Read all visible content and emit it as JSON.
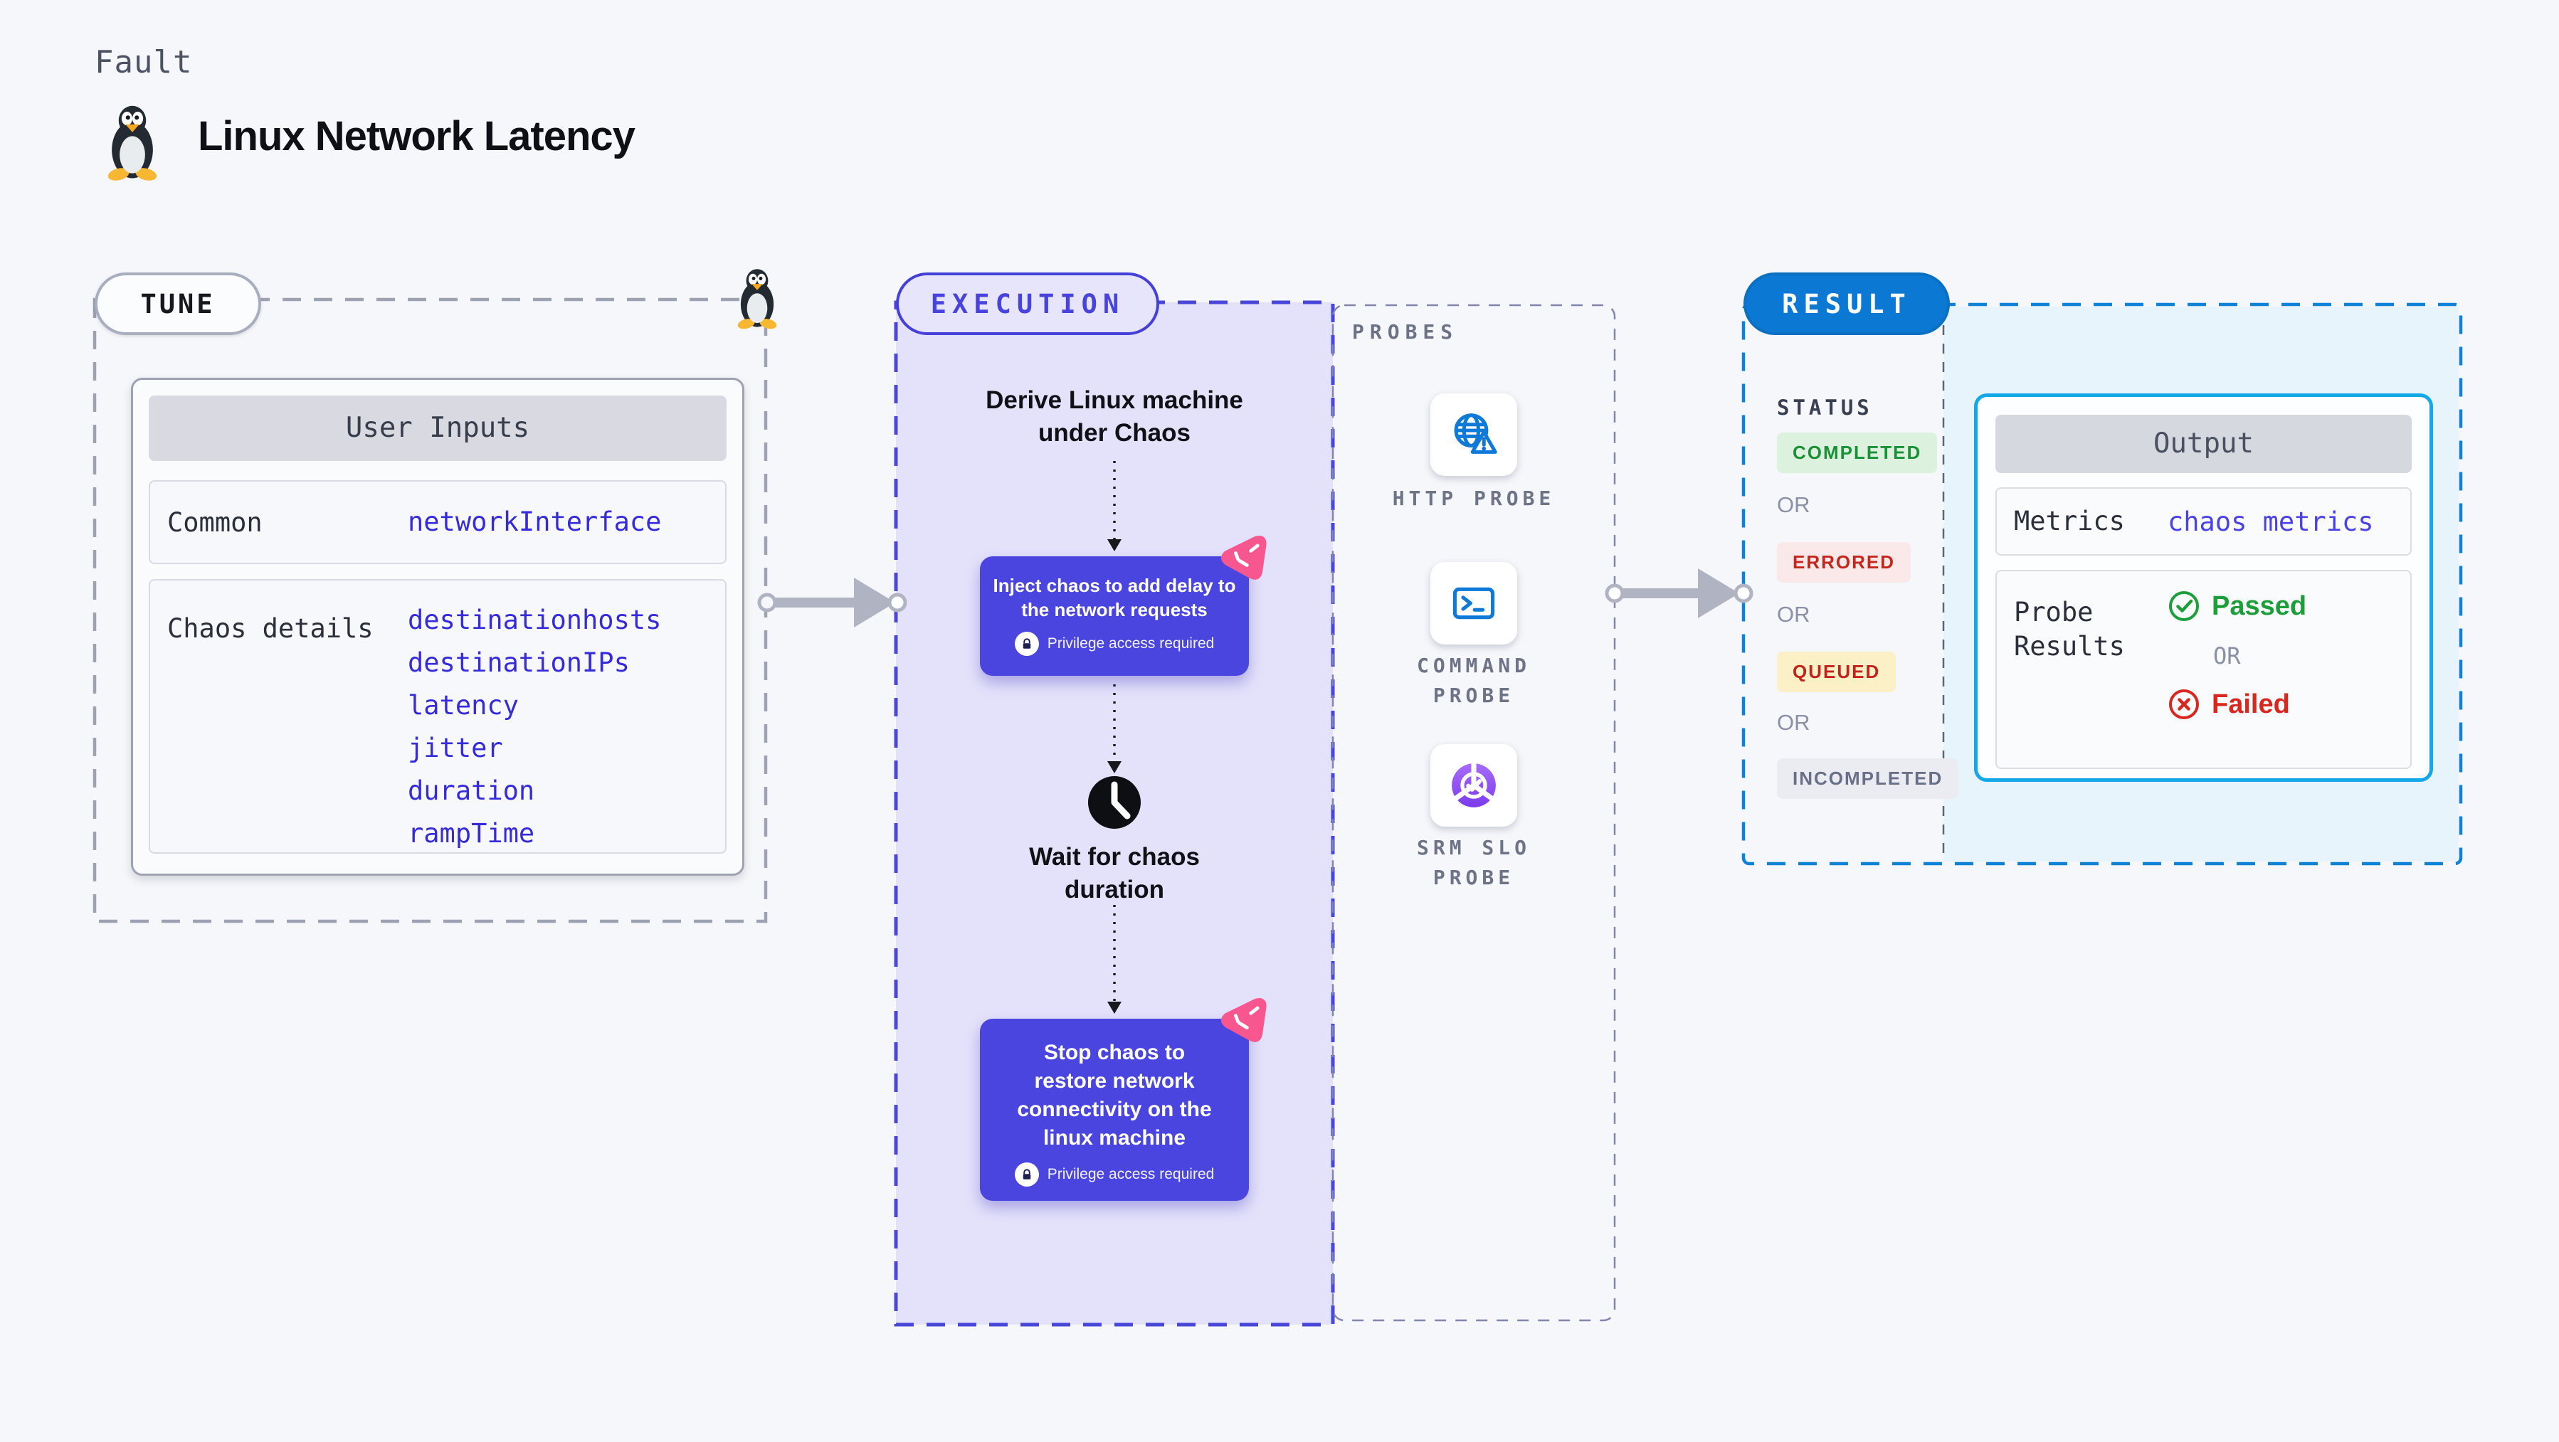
{
  "page": {
    "kicker": "Fault",
    "title": "Linux Network Latency"
  },
  "tune": {
    "badge": "TUNE",
    "table": {
      "header": "User Inputs",
      "rows": [
        {
          "label": "Common",
          "values": [
            "networkInterface"
          ]
        },
        {
          "label": "Chaos details",
          "values": [
            "destinationhosts",
            "destinationIPs",
            "latency",
            "jitter",
            "duration",
            "rampTime"
          ]
        }
      ]
    }
  },
  "execution": {
    "badge": "EXECUTION",
    "derive_lines": [
      "Derive Linux machine",
      "under Chaos"
    ],
    "inject": {
      "lines": [
        "Inject chaos to add delay to",
        "the network requests"
      ],
      "privilege": "Privilege access required"
    },
    "wait_lines": [
      "Wait for chaos",
      "duration"
    ],
    "stop": {
      "lines": [
        "Stop chaos to",
        "restore network",
        "connectivity on the",
        "linux machine"
      ],
      "privilege": "Privilege access required"
    }
  },
  "probes": {
    "heading": "PROBES",
    "items": [
      {
        "icon": "http-probe-globe-warning-icon",
        "label_lines": [
          "HTTP PROBE",
          ""
        ]
      },
      {
        "icon": "command-probe-terminal-icon",
        "label_lines": [
          "COMMAND",
          "PROBE"
        ]
      },
      {
        "icon": "srm-slo-probe-donut-check-icon",
        "label_lines": [
          "SRM SLO",
          "PROBE"
        ]
      }
    ]
  },
  "result": {
    "badge": "RESULT",
    "status_heading": "STATUS",
    "or": "OR",
    "statuses": [
      {
        "label": "COMPLETED",
        "bg": "#DCF2DE",
        "color": "#1A9137"
      },
      {
        "label": "ERRORED",
        "bg": "#FBE9E9",
        "color": "#C3271E"
      },
      {
        "label": "QUEUED",
        "bg": "#FBF0C6",
        "color": "#C2231A"
      },
      {
        "label": "INCOMPLETED",
        "bg": "#EAECF2",
        "color": "#696F87"
      }
    ],
    "output": {
      "header": "Output",
      "metrics_label": "Metrics",
      "metrics_value": "chaos metrics",
      "probe_results_lines": [
        "Probe",
        "Results"
      ],
      "passed": "Passed",
      "or": "OR",
      "failed": "Failed"
    }
  },
  "colors": {
    "page_bg": "#F6F7FA",
    "lavender_fill": "#E4E2FA",
    "result_fill": "#E7F4FB",
    "indigo_node": "#4B45DF",
    "indigo_border": "#4440D8",
    "result_blue": "#0B79D4",
    "output_cyan": "#15A8E8",
    "probe_icon_blue": "#0F79D7",
    "srm_purple_top": "#A66CF8",
    "srm_purple_bottom": "#7C3BEE",
    "chaos_pink": "#F7568E",
    "arrow_gray": "#AFB3C2",
    "success_green": "#1E9E3B",
    "danger_red": "#D8271E",
    "value_indigo": "#362BDA"
  }
}
